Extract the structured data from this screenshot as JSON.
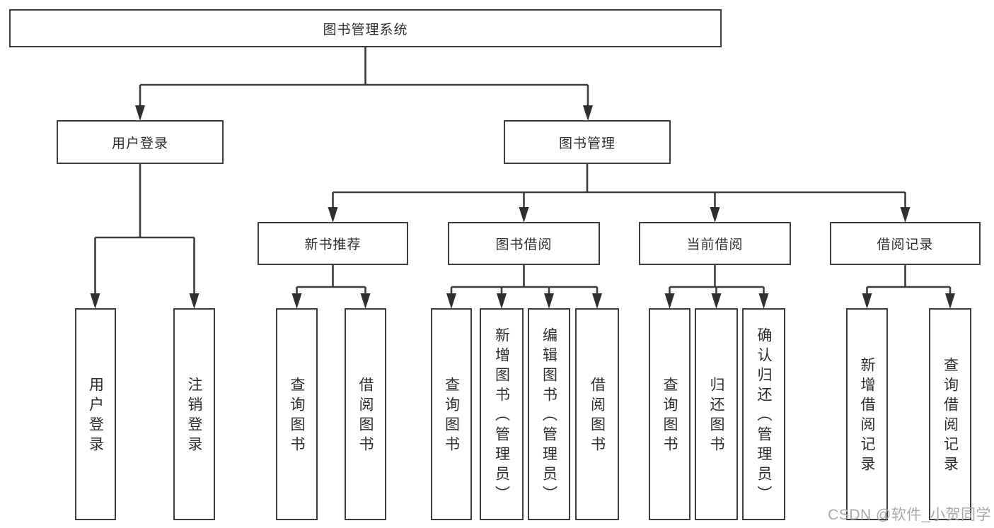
{
  "diagram": {
    "nodes": {
      "root": "图书管理系统",
      "user_login": "用户登录",
      "book_management": "图书管理",
      "new_book_recommend": "新书推荐",
      "book_borrowing": "图书借阅",
      "current_borrowing": "当前借阅",
      "borrowing_records": "借阅记录",
      "leaf_user_login": "用户登录",
      "leaf_logout": "注销登录",
      "leaf_query_books_recommend": "查询图书",
      "leaf_borrow_books_recommend": "借阅图书",
      "leaf_query_books_borrowing": "查询图书",
      "leaf_add_books_admin": "新增图书（管理员）",
      "leaf_edit_books_admin": "编辑图书（管理员）",
      "leaf_borrow_books_borrowing": "借阅图书",
      "leaf_query_books_current": "查询图书",
      "leaf_return_books": "归还图书",
      "leaf_confirm_return_admin": "确认归还（管理员）",
      "leaf_add_borrow_record": "新增借阅记录",
      "leaf_query_borrow_record": "查询借阅记录"
    },
    "colors": {
      "line": "#3d3d3d",
      "text": "#2e2e2e",
      "background": "#ffffff",
      "watermark": "#a9a9a9"
    }
  },
  "watermark": {
    "text": "CSDN @软件_小贺同学"
  }
}
